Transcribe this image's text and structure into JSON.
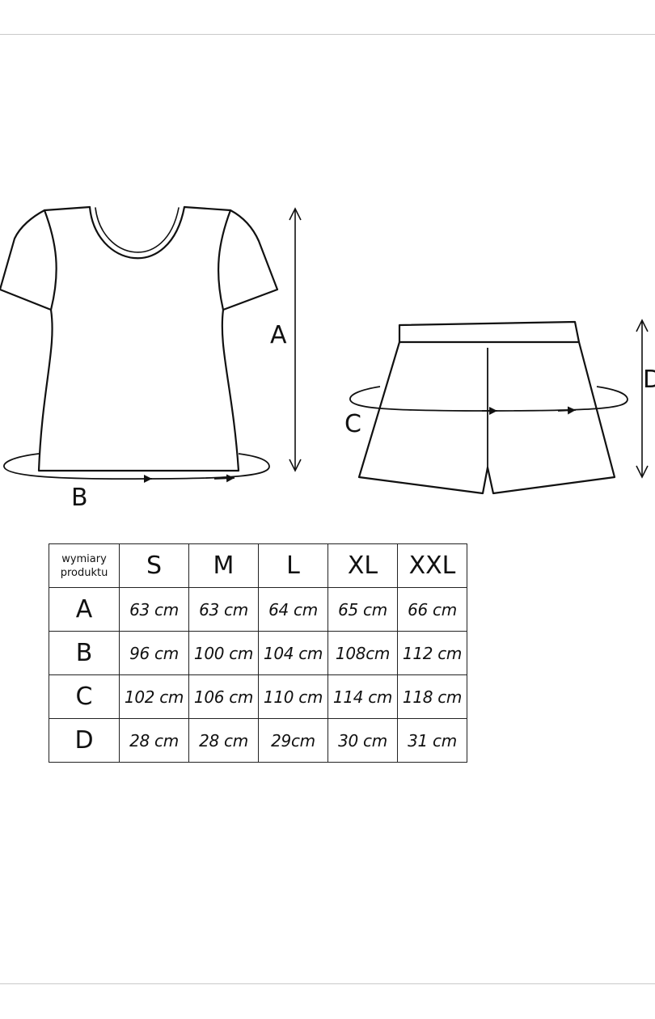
{
  "diagram": {
    "top_labels": {
      "length": "A",
      "width": "B"
    },
    "shorts_labels": {
      "waist": "C",
      "length": "D"
    }
  },
  "table": {
    "corner_label": "wymiary produktu",
    "sizes": [
      "S",
      "M",
      "L",
      "XL",
      "XXL"
    ],
    "rows": [
      {
        "label": "A",
        "values": [
          "63 cm",
          "63 cm",
          "64 cm",
          "65 cm",
          "66 cm"
        ]
      },
      {
        "label": "B",
        "values": [
          "96 cm",
          "100 cm",
          "104 cm",
          "108cm",
          "112 cm"
        ]
      },
      {
        "label": "C",
        "values": [
          "102 cm",
          "106 cm",
          "110 cm",
          "114 cm",
          "118 cm"
        ]
      },
      {
        "label": "D",
        "values": [
          "28 cm",
          "28 cm",
          "29cm",
          "30 cm",
          "31 cm"
        ]
      }
    ]
  }
}
